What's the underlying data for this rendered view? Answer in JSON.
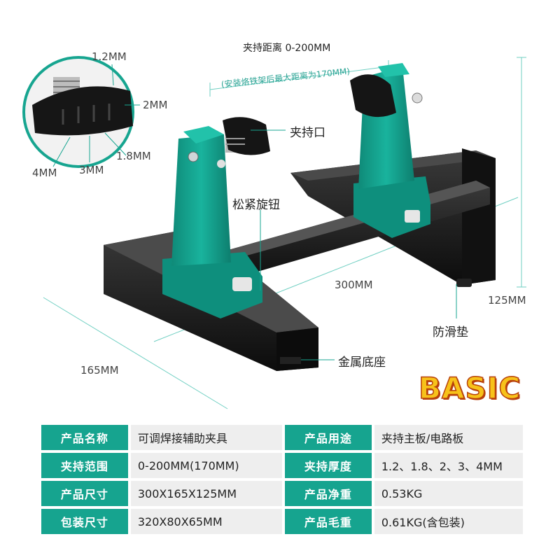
{
  "callouts": {
    "teeth": [
      "1.2MM",
      "2MM",
      "1.8MM",
      "3MM",
      "4MM"
    ],
    "clamp_span": "夹持距离 0-200MM",
    "clamp_span_note": "(安装烙铁架后最大距离为170MM)",
    "clamp_mouth": "夹持口",
    "knob": "松紧旋钮",
    "length": "300MM",
    "height": "125MM",
    "width": "165MM",
    "anti_slip_pad": "防滑垫",
    "metal_base": "金属底座"
  },
  "brand": "BASIC",
  "colors": {
    "accent": "#16a48f",
    "metal": "#1c1c1c",
    "brand": "#f7c21a"
  },
  "specs": [
    {
      "k1": "产品名称",
      "v1": "可调焊接辅助夹具",
      "k2": "产品用途",
      "v2": "夹持主板/电路板"
    },
    {
      "k1": "夹持范围",
      "v1": "0-200MM(170MM)",
      "k2": "夹持厚度",
      "v2": "1.2、1.8、2、3、4MM"
    },
    {
      "k1": "产品尺寸",
      "v1": "300X165X125MM",
      "k2": "产品净重",
      "v2": "0.53KG"
    },
    {
      "k1": "包装尺寸",
      "v1": "320X80X65MM",
      "k2": "产品毛重",
      "v2": "0.61KG(含包装)"
    }
  ]
}
